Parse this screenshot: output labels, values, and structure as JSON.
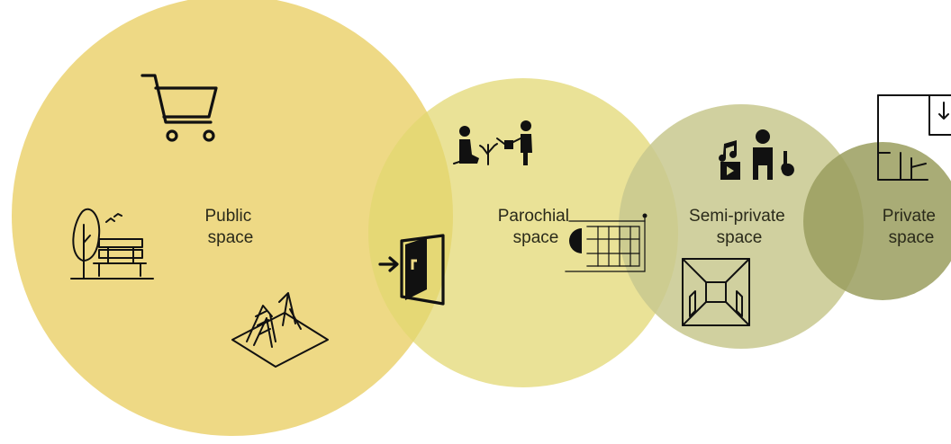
{
  "zones": [
    {
      "id": "public",
      "label_lines": [
        "Public",
        "space"
      ],
      "color": "#eed985"
    },
    {
      "id": "parochial",
      "label_lines": [
        "Parochial",
        "space"
      ],
      "color": "#e2d76f"
    },
    {
      "id": "semi_private",
      "label_lines": [
        "Semi-private",
        "space"
      ],
      "color": "#c8c88e"
    },
    {
      "id": "private",
      "label_lines": [
        "Private",
        "space"
      ],
      "color": "#9a9d5e"
    }
  ],
  "icons": {
    "public": [
      "shopping-cart-icon",
      "park-bench-tree-icon",
      "playground-slide-icon"
    ],
    "threshold": "enter-door-icon",
    "parochial": [
      "gardening-people-icon",
      "stairwell-plan-icon"
    ],
    "semi_private": [
      "media-music-person-icon",
      "corridor-perspective-icon"
    ],
    "private": "floor-plan-icon"
  }
}
